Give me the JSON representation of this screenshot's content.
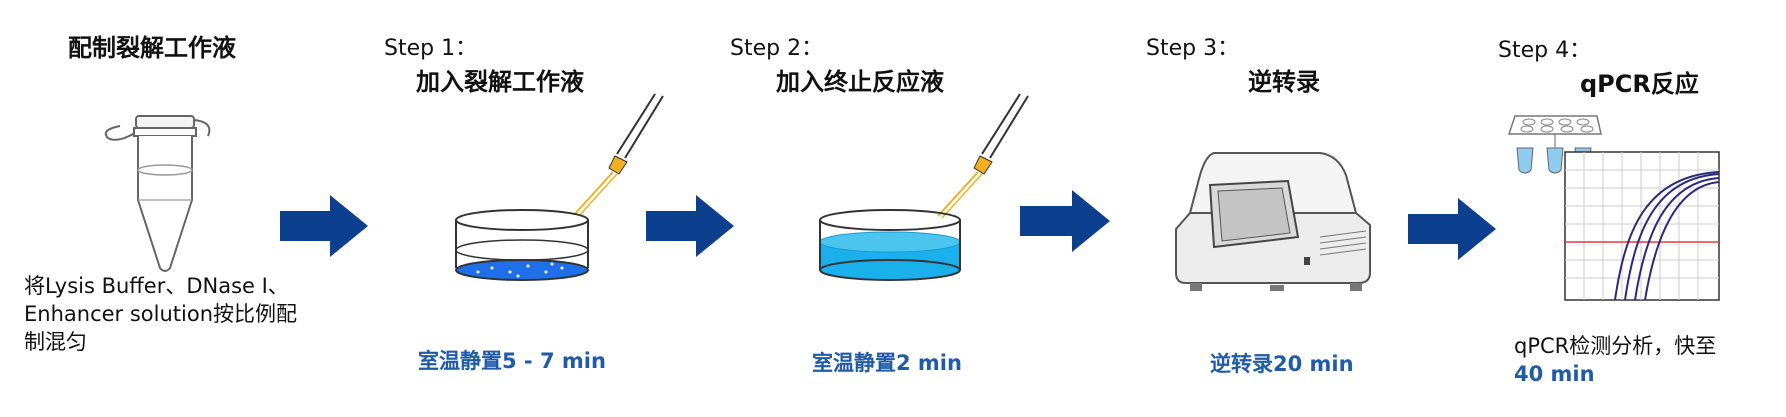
{
  "stages": [
    {
      "title": "配制裂解工作液",
      "caption": "将Lysis Buffer、DNase Ⅰ、Enhancer solution按比例配制混匀"
    },
    {
      "step": "Step 1：",
      "title": "加入裂解工作液",
      "caption": "室温静置5 - 7 min"
    },
    {
      "step": "Step 2：",
      "title": "加入终止反应液",
      "caption": "室温静置2 min"
    },
    {
      "step": "Step 3：",
      "title": "逆转录",
      "caption": "逆转录20 min"
    },
    {
      "step": "Step 4：",
      "title": "qPCR反应",
      "caption": "qPCR检测分析，快至",
      "caption_highlight": "40 min"
    }
  ],
  "colors": {
    "arrow": "#0d3f8f",
    "caption_accent": "#1f5ba8",
    "liquid": "#1ab0ec",
    "tip": "#f0b020",
    "threshold": "#e33b3b",
    "curve": "#2a2a7a"
  },
  "icons": [
    "microtube-icon",
    "pipette-icon",
    "petri-dish-icon",
    "thermal-cycler-icon",
    "pcr-plate-icon",
    "amplification-plot-icon",
    "arrow-right-icon"
  ]
}
